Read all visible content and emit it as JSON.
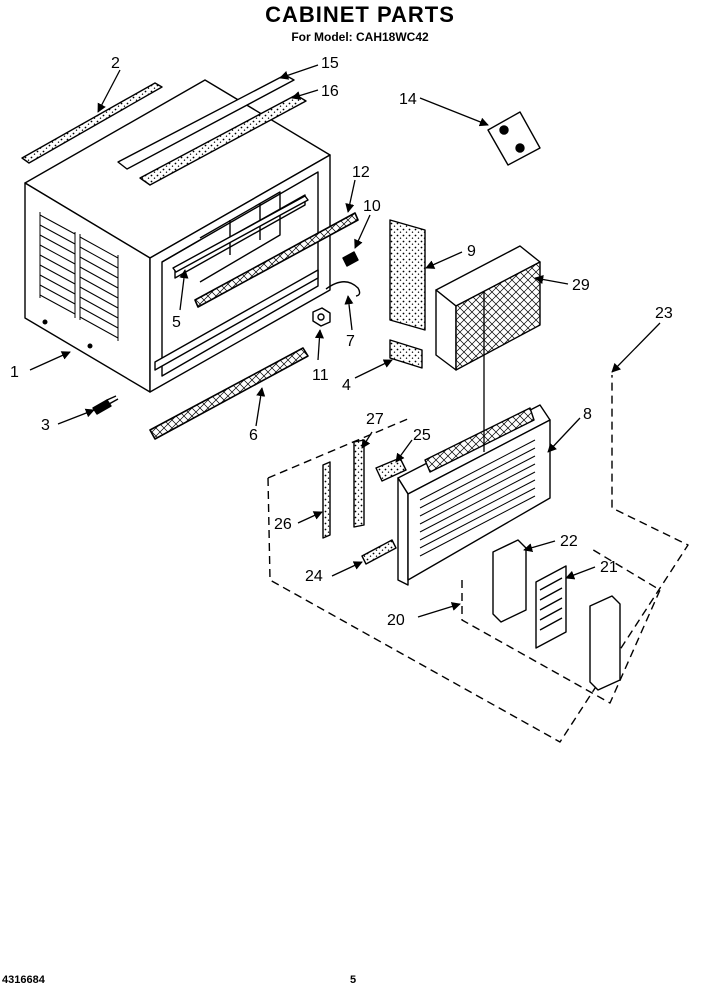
{
  "header": {
    "title": "CABINET PARTS",
    "subtitle": "For Model: CAH18WC42"
  },
  "footer": {
    "doc_number": "4316684",
    "page_number": "5"
  },
  "callouts": [
    {
      "id": "c1",
      "label": "1"
    },
    {
      "id": "c2",
      "label": "2"
    },
    {
      "id": "c3",
      "label": "3"
    },
    {
      "id": "c4",
      "label": "4"
    },
    {
      "id": "c5",
      "label": "5"
    },
    {
      "id": "c6",
      "label": "6"
    },
    {
      "id": "c7",
      "label": "7"
    },
    {
      "id": "c8",
      "label": "8"
    },
    {
      "id": "c9",
      "label": "9"
    },
    {
      "id": "c10",
      "label": "10"
    },
    {
      "id": "c11",
      "label": "11"
    },
    {
      "id": "c12",
      "label": "12"
    },
    {
      "id": "c14",
      "label": "14"
    },
    {
      "id": "c15",
      "label": "15"
    },
    {
      "id": "c16",
      "label": "16"
    },
    {
      "id": "c20",
      "label": "20"
    },
    {
      "id": "c21",
      "label": "21"
    },
    {
      "id": "c22",
      "label": "22"
    },
    {
      "id": "c23",
      "label": "23"
    },
    {
      "id": "c24",
      "label": "24"
    },
    {
      "id": "c25",
      "label": "25"
    },
    {
      "id": "c26",
      "label": "26"
    },
    {
      "id": "c27",
      "label": "27"
    },
    {
      "id": "c29",
      "label": "29"
    }
  ]
}
